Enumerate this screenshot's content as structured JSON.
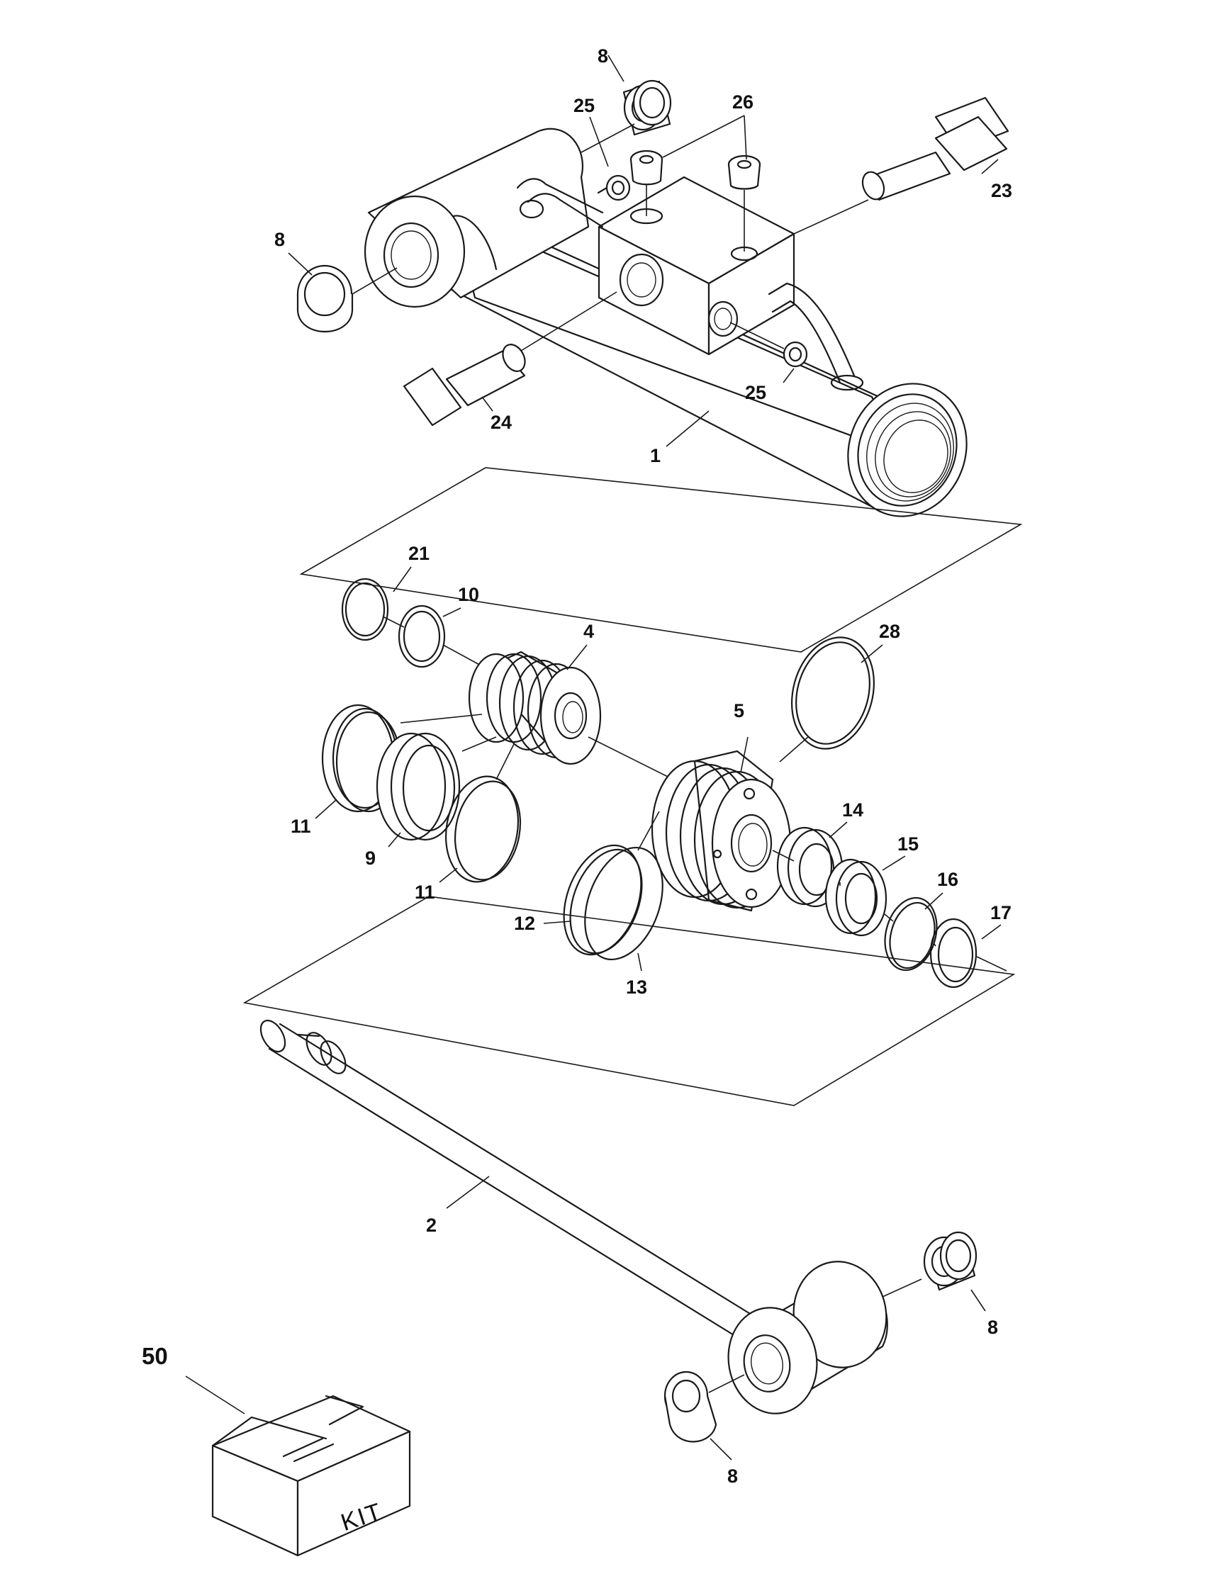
{
  "callouts": {
    "c8_top": "8",
    "c25_top": "25",
    "c26": "26",
    "c23": "23",
    "c8_left": "8",
    "c25_mid": "25",
    "c24": "24",
    "c1": "1",
    "c21": "21",
    "c10": "10",
    "c4": "4",
    "c28": "28",
    "c5": "5",
    "c14": "14",
    "c15": "15",
    "c16": "16",
    "c17": "17",
    "c11_left": "11",
    "c9": "9",
    "c11_right": "11",
    "c12": "12",
    "c13": "13",
    "c2": "2",
    "c8_rod_right": "8",
    "c8_rod_bottom": "8",
    "c50": "50"
  },
  "kit_label": "KIT"
}
